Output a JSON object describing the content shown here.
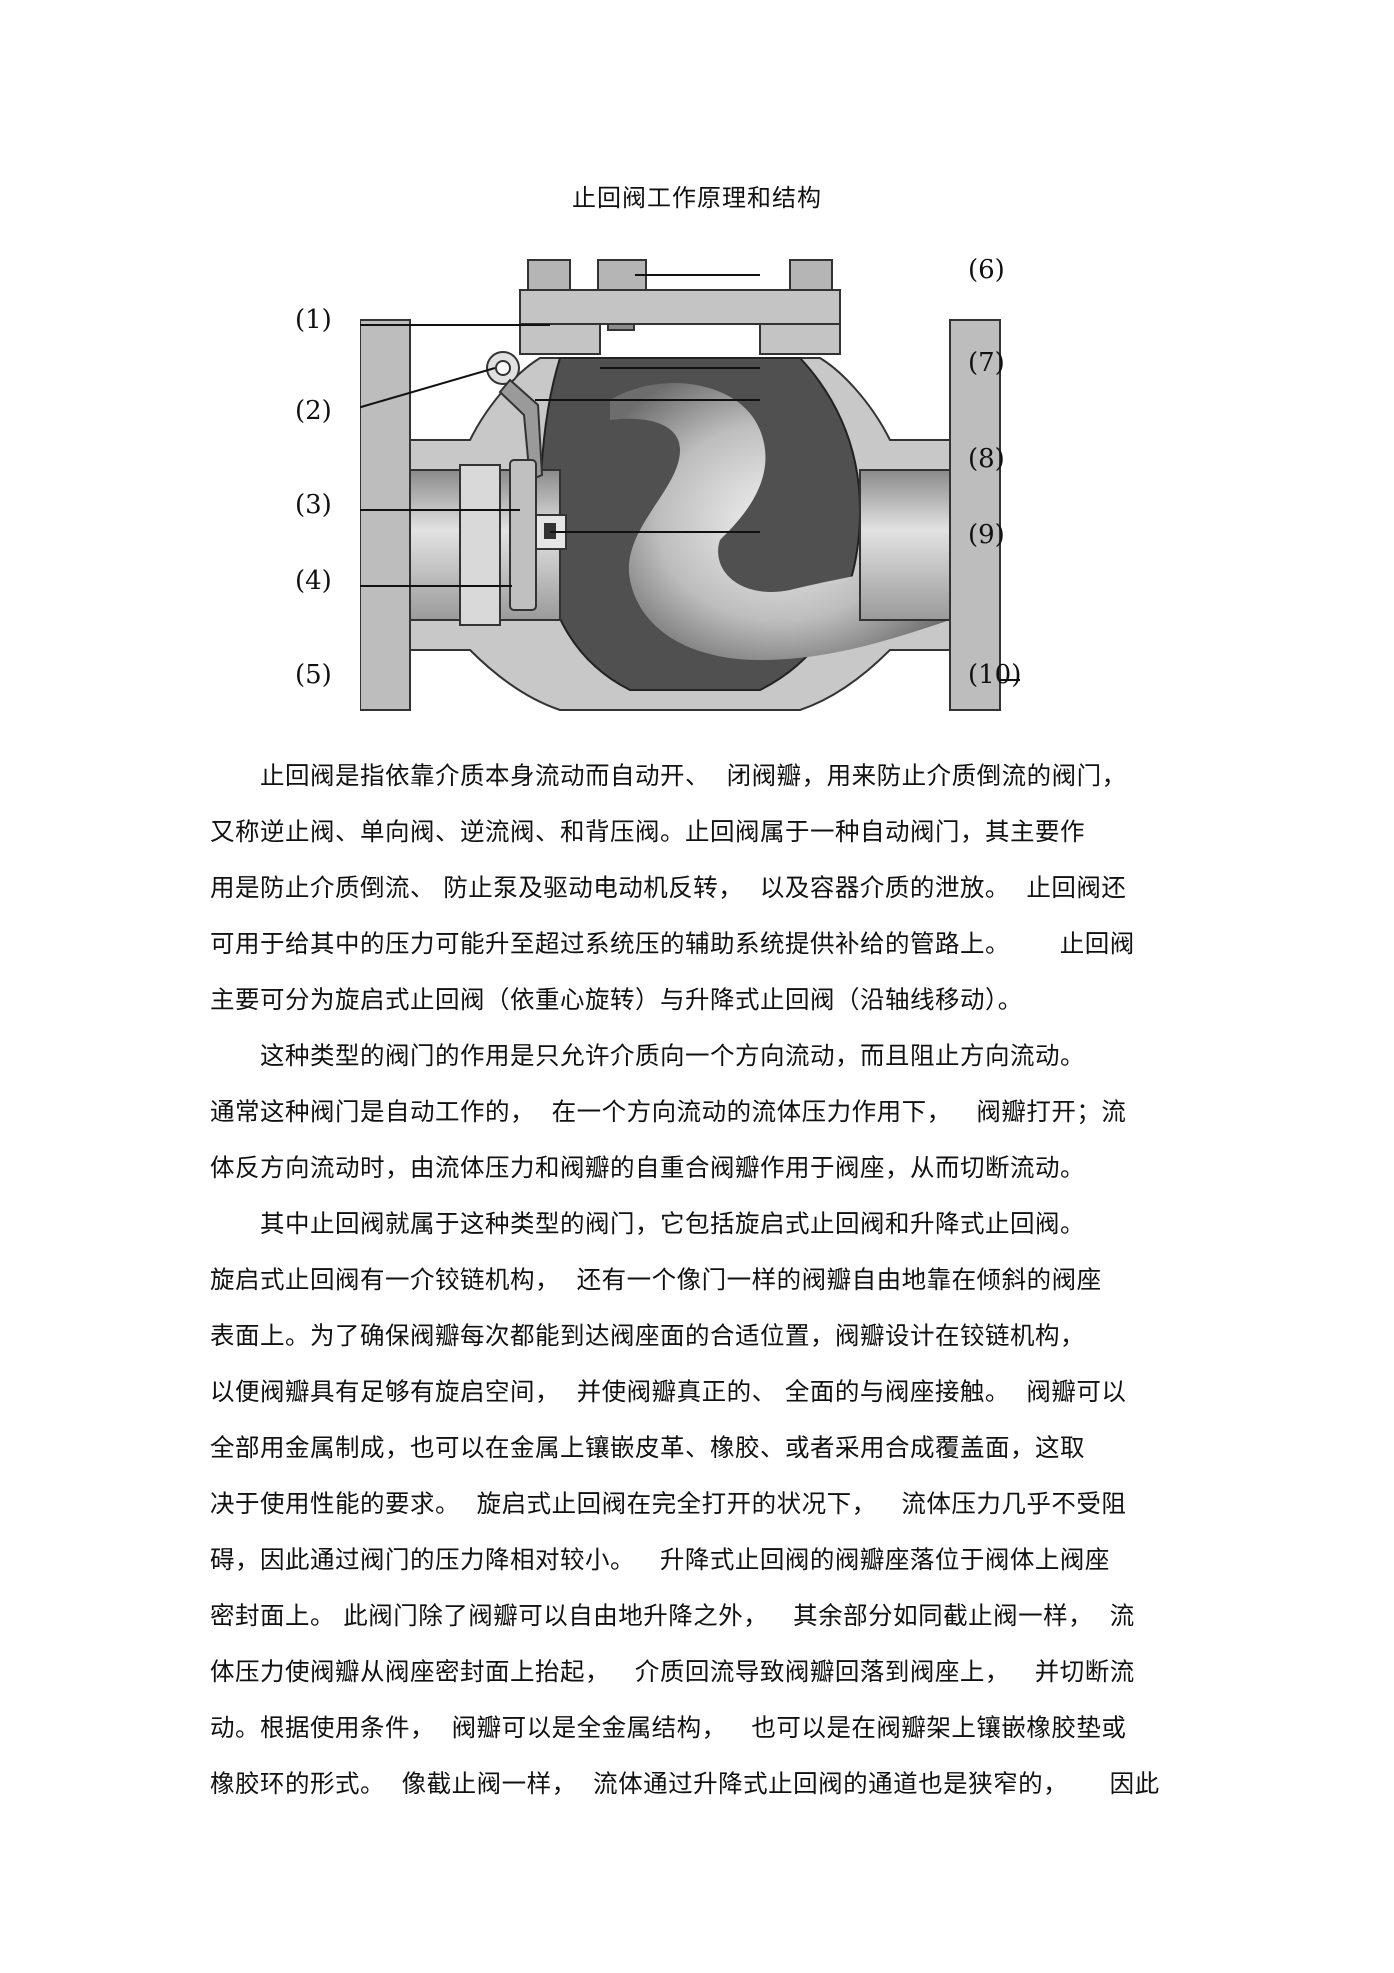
{
  "title": "止回阀工作原理和结构",
  "figure": {
    "labels": [
      "(1)",
      "(2)",
      "(3)",
      "(4)",
      "(5)",
      "(6)",
      "(7)",
      "(8)",
      "(9)",
      "(10)"
    ]
  },
  "paragraphs": [
    "　　止回阀是指依靠介质本身流动而自动开、  闭阀瓣，用来防止介质倒流的阀门，",
    "又称逆止阀、单向阀、逆流阀、和背压阀。止回阀属于一种自动阀门，其主要作",
    "用是防止介质倒流、 防止泵及驱动电动机反转，  以及容器介质的泄放。  止回阀还",
    "可用于给其中的压力可能升至超过系统压的辅助系统提供补给的管路上。      止回阀",
    "主要可分为旋启式止回阀（依重心旋转）与升降式止回阀（沿轴线移动）。",
    "　　这种类型的阀门的作用是只允许介质向一个方向流动，而且阻止方向流动。",
    "通常这种阀门是自动工作的，  在一个方向流动的流体压力作用下，   阀瓣打开；流",
    "体反方向流动时，由流体压力和阀瓣的自重合阀瓣作用于阀座，从而切断流动。",
    "　　其中止回阀就属于这种类型的阀门，它包括旋启式止回阀和升降式止回阀。",
    "旋启式止回阀有一介铰链机构，  还有一个像门一样的阀瓣自由地靠在倾斜的阀座",
    "表面上。为了确保阀瓣每次都能到达阀座面的合适位置，阀瓣设计在铰链机构，",
    "以便阀瓣具有足够有旋启空间，  并使阀瓣真正的、 全面的与阀座接触。  阀瓣可以",
    "全部用金属制成，也可以在金属上镶嵌皮革、橡胶、或者采用合成覆盖面，这取",
    "决于使用性能的要求。  旋启式止回阀在完全打开的状况下，   流体压力几乎不受阻",
    "碍，因此通过阀门的压力降相对较小。   升降式止回阀的阀瓣座落位于阀体上阀座",
    "密封面上。 此阀门除了阀瓣可以自由地升降之外，   其余部分如同截止阀一样，  流",
    "体压力使阀瓣从阀座密封面上抬起，   介质回流导致阀瓣回落到阀座上，   并切断流",
    "动。根据使用条件，  阀瓣可以是全金属结构，   也可以是在阀瓣架上镶嵌橡胶垫或",
    "橡胶环的形式。  像截止阀一样，  流体通过升降式止回阀的通道也是狭窄的，     因此"
  ]
}
